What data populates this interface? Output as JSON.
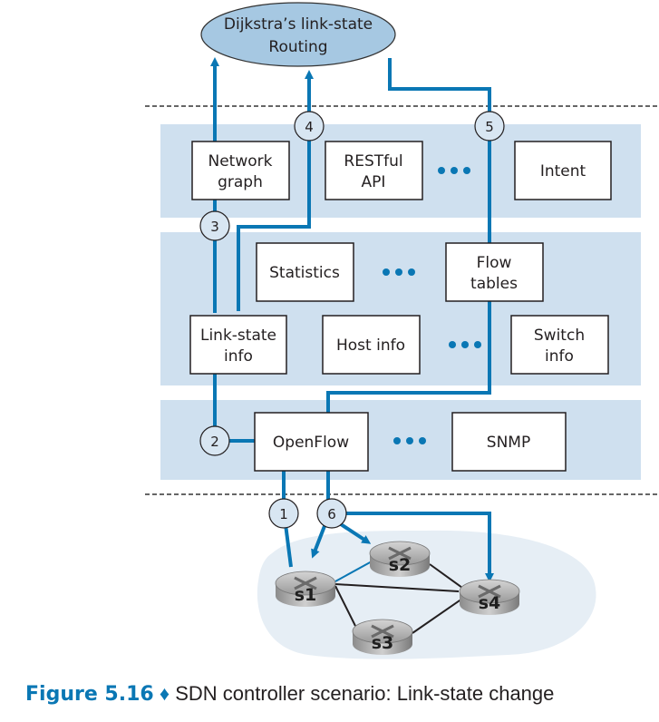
{
  "colors": {
    "accent": "#0a77b4",
    "band": "#cfe0ef",
    "ellipse": "#a6c8e2",
    "cloud": "#e6eef5",
    "circle": "#d8e6f2"
  },
  "app": {
    "label": "Dijkstra's link-state Routing",
    "line1": "Dijkstra’s link-state",
    "line2": "Routing"
  },
  "northbound_layer": {
    "boxes": [
      {
        "line1": "Network",
        "line2": "graph"
      },
      {
        "line1": "RESTful",
        "line2": "API"
      },
      {
        "line1": "Intent",
        "line2": ""
      }
    ]
  },
  "state_layer": {
    "boxes": [
      {
        "line1": "Statistics",
        "line2": ""
      },
      {
        "line1": "Flow",
        "line2": "tables"
      },
      {
        "line1": "Link-state",
        "line2": "info"
      },
      {
        "line1": "Host info",
        "line2": ""
      },
      {
        "line1": "Switch",
        "line2": "info"
      }
    ]
  },
  "southbound_layer": {
    "boxes": [
      {
        "line1": "OpenFlow",
        "line2": ""
      },
      {
        "line1": "SNMP",
        "line2": ""
      }
    ]
  },
  "steps": [
    "1",
    "2",
    "3",
    "4",
    "5",
    "6"
  ],
  "switches": [
    "s1",
    "s2",
    "s3",
    "s4"
  ],
  "links": [
    {
      "from": "s1",
      "to": "s2",
      "status": "changed"
    },
    {
      "from": "s1",
      "to": "s4",
      "status": "up"
    },
    {
      "from": "s1",
      "to": "s3",
      "status": "up"
    },
    {
      "from": "s2",
      "to": "s4",
      "status": "up"
    },
    {
      "from": "s3",
      "to": "s4",
      "status": "up"
    }
  ],
  "caption": {
    "figure": "Figure 5.16",
    "separator": "♦",
    "text": "SDN controller scenario: Link-state change"
  }
}
